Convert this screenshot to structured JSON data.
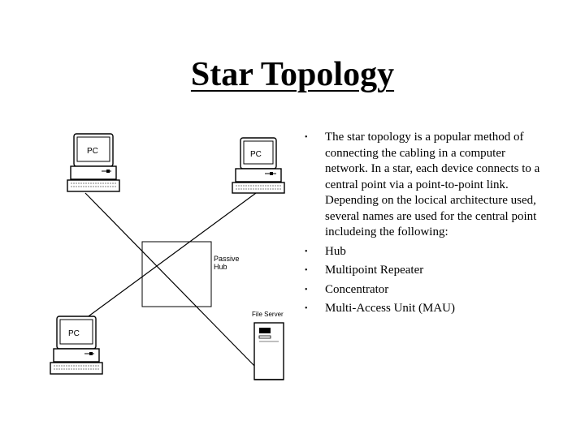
{
  "slide": {
    "title": "Star Topology"
  },
  "diagram": {
    "pc_label": "PC",
    "hub_label_line1": "Passive",
    "hub_label_line2": "Hub",
    "server_label": "File Server"
  },
  "bullets": [
    "The star topology is a popular method of connecting the cabling in a computer network. In a star, each device connects to a central point via a point-to-point link. Depending on the locical architecture used, several names are used for the central point includeing the following:",
    "Hub",
    "Multipoint Repeater",
    "Concentrator",
    "Multi-Access Unit (MAU)"
  ]
}
